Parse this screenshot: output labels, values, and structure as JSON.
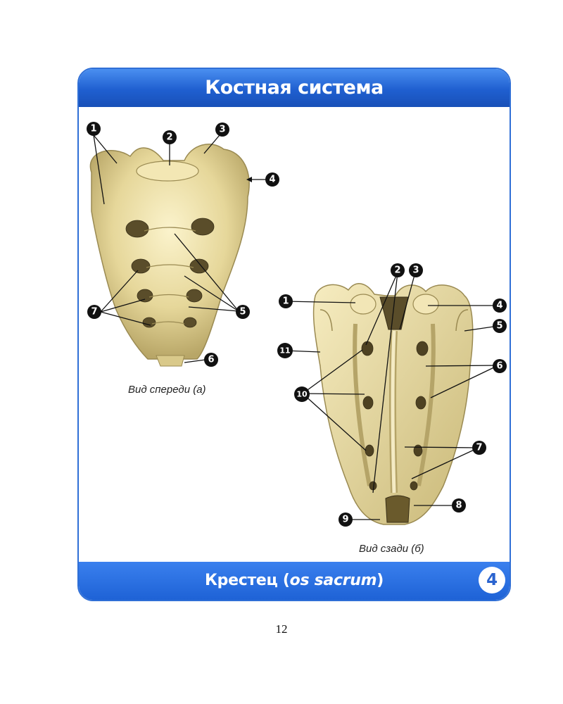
{
  "header": {
    "title": "Костная система"
  },
  "footer": {
    "title_main": "Крестец (",
    "title_latin": "os sacrum",
    "title_end": ")",
    "badge": "4"
  },
  "captions": {
    "front": "Вид спереди (а)",
    "back": "Вид сзади (б)"
  },
  "front_markers": [
    "1",
    "2",
    "3",
    "4",
    "5",
    "6",
    "7"
  ],
  "back_markers": [
    "1",
    "2",
    "3",
    "4",
    "5",
    "6",
    "7",
    "8",
    "9",
    "10",
    "11"
  ],
  "page_number": "12",
  "colors": {
    "header_blue": "#1f5fd0",
    "bone": "#e8dca0",
    "bone_shadow": "#a89a5c"
  }
}
